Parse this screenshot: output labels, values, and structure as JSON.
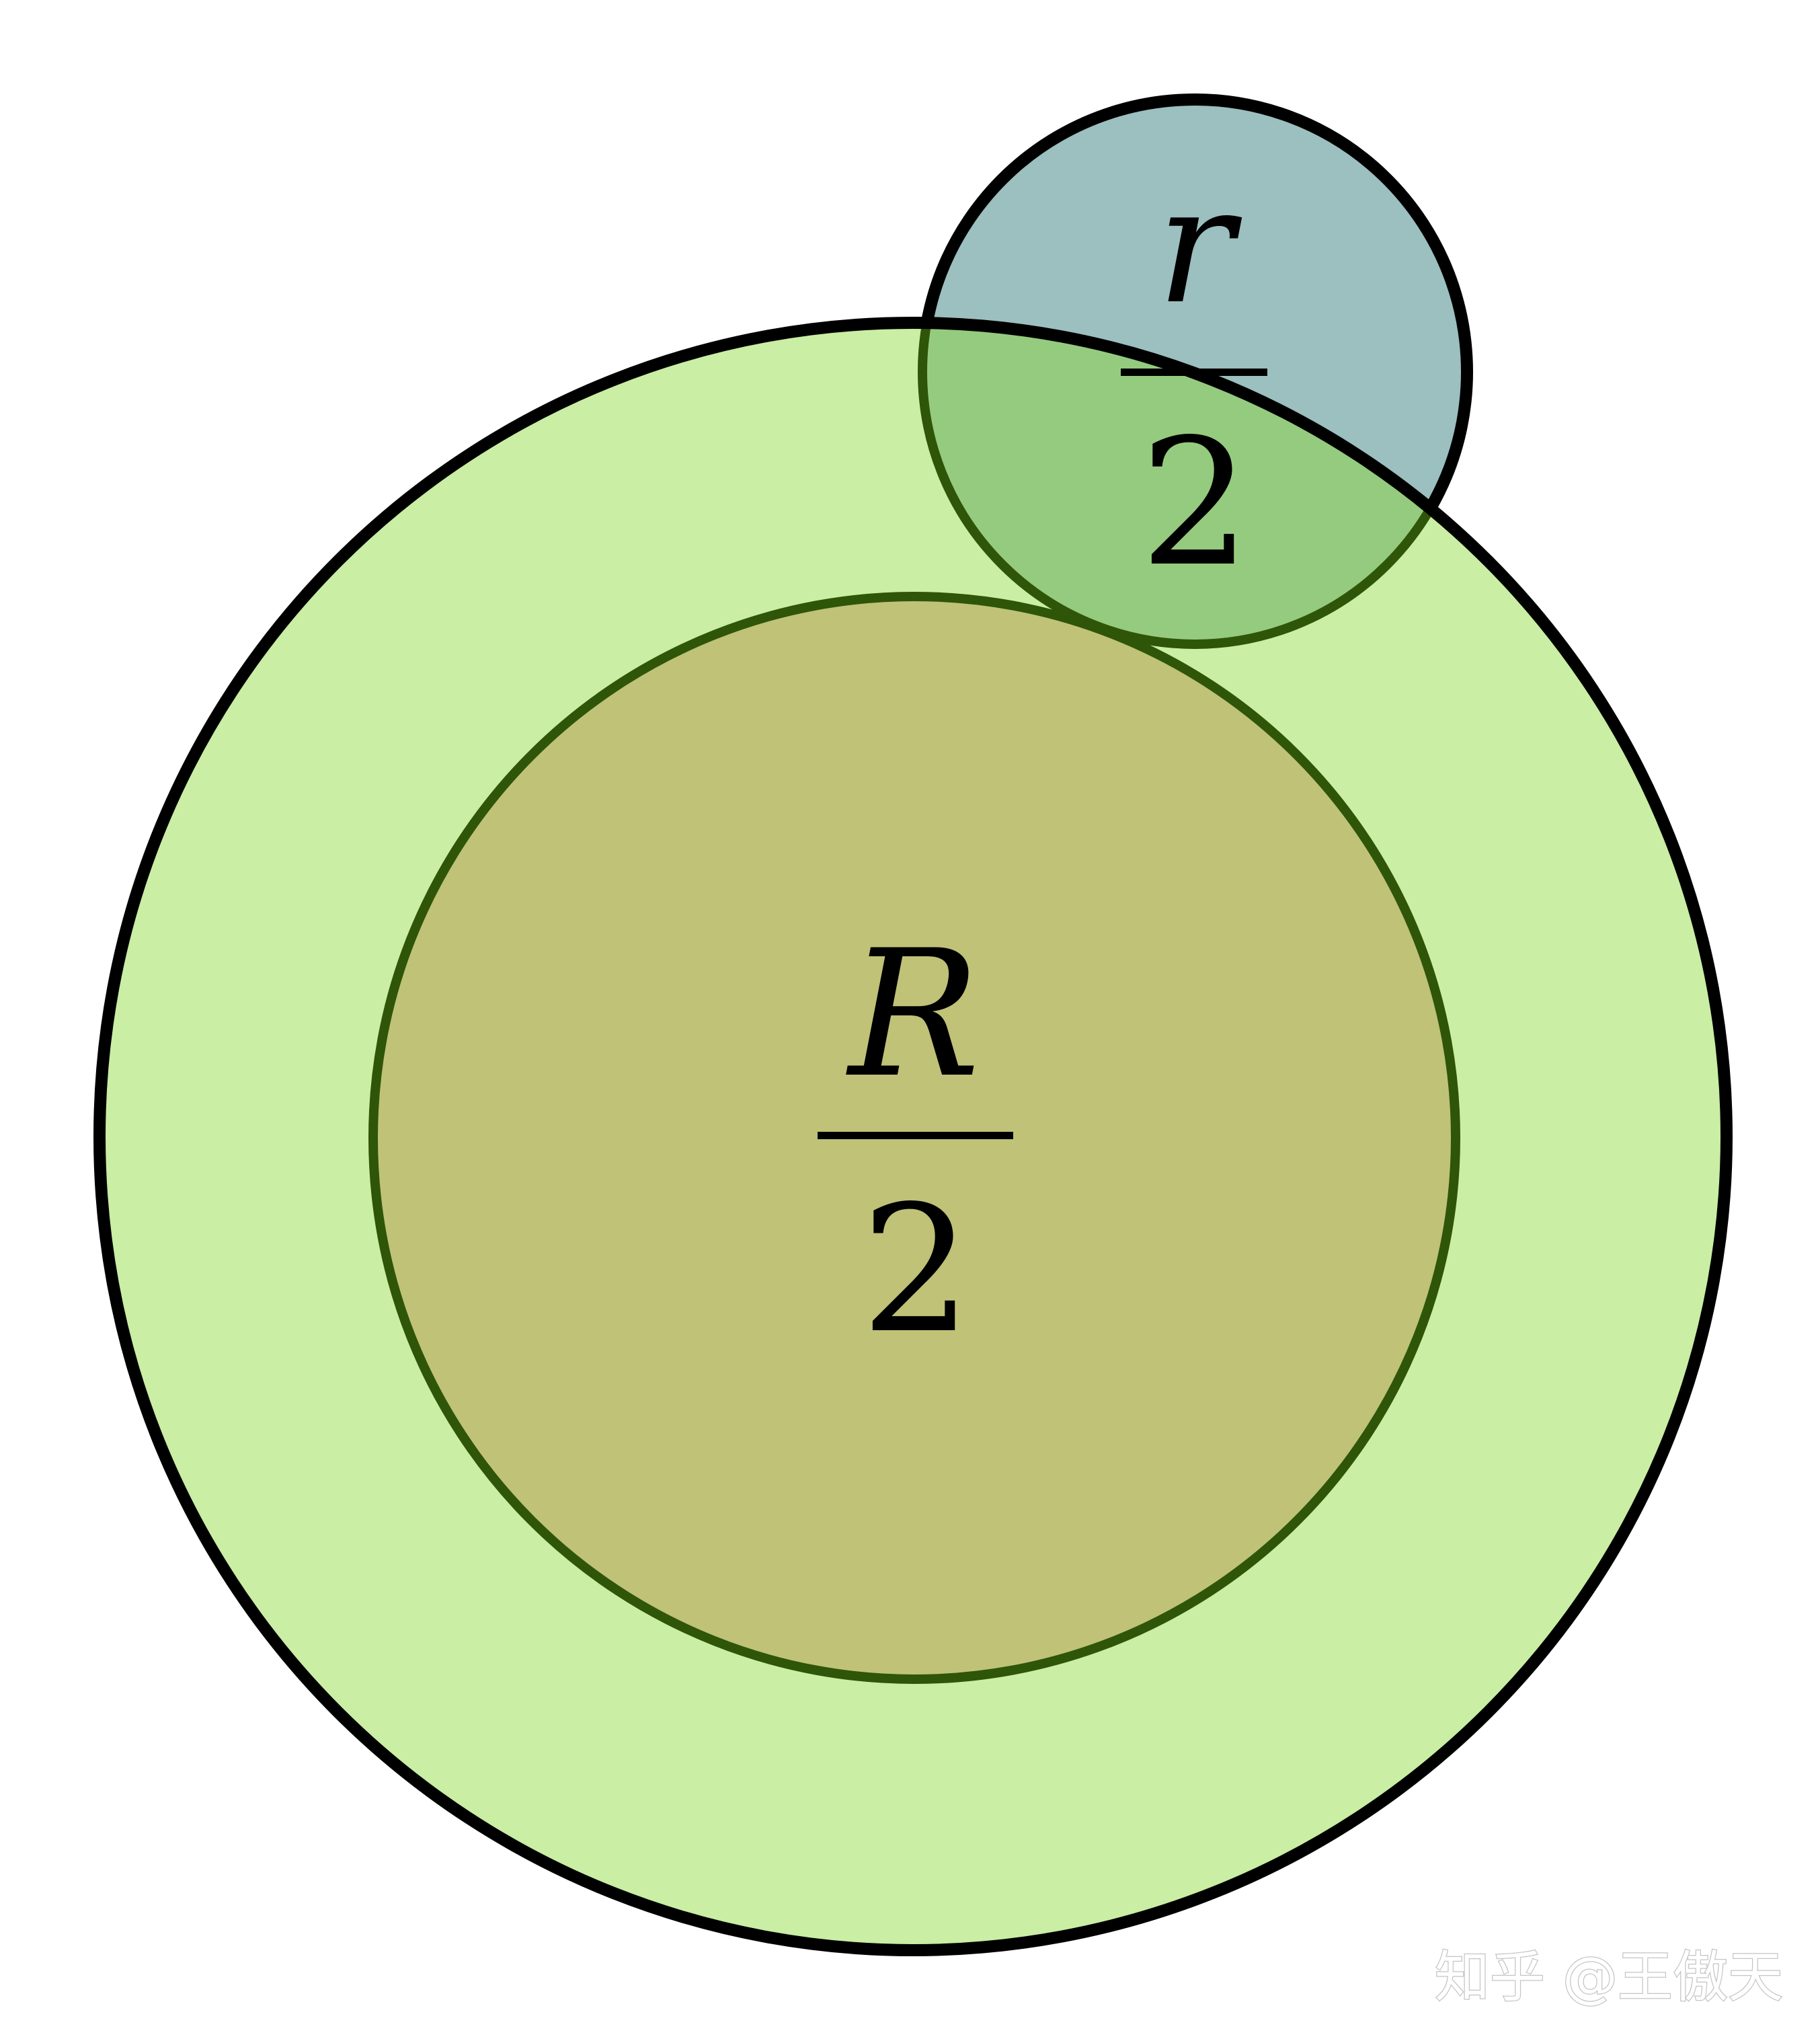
{
  "colors": {
    "outer_fill": "#c9eea4",
    "inner_fill": "#bfc277",
    "inner_stroke": "#2f5509",
    "small_fill": "#9cbfbf",
    "overlap_fill": "#95cb7e",
    "small_stroke": "#2f5509",
    "outline": "#000000"
  },
  "labels": {
    "inner_numerator": "R",
    "inner_denominator": "2",
    "small_numerator": "r",
    "small_denominator": "2"
  },
  "watermark": {
    "text": "知乎 @王傲天"
  }
}
